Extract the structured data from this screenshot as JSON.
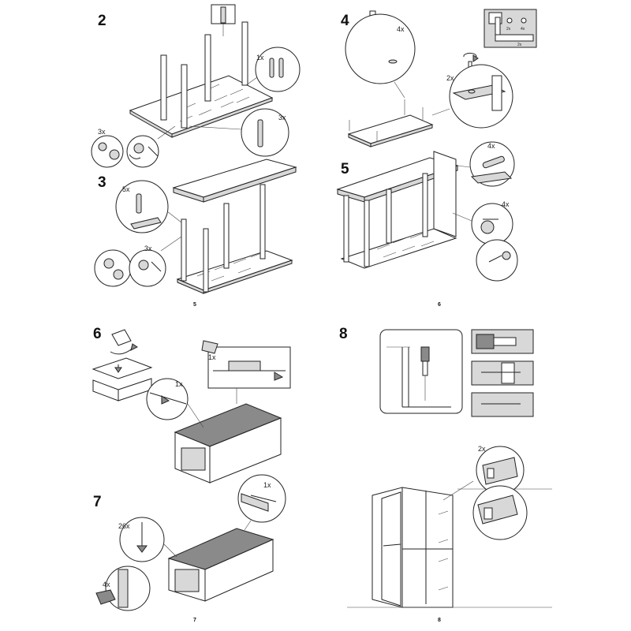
{
  "pages": [
    {
      "number": "5",
      "steps": [
        {
          "number": "2",
          "callouts": [
            "1x",
            "3x",
            "3x"
          ]
        },
        {
          "number": "3",
          "callouts": [
            "5x",
            "3x"
          ]
        }
      ]
    },
    {
      "number": "6",
      "steps": [
        {
          "number": "4",
          "callouts": [
            "4x",
            "2x"
          ],
          "inset_labels": [
            "2x",
            "4x",
            "2x"
          ]
        },
        {
          "number": "5",
          "callouts": [
            "4x",
            "4x"
          ]
        }
      ]
    },
    {
      "number": "7",
      "steps": [
        {
          "number": "6",
          "callouts": [
            "1x",
            "1x"
          ]
        },
        {
          "number": "7",
          "callouts": [
            "1x",
            "26x",
            "4x"
          ]
        }
      ]
    },
    {
      "number": "8",
      "steps": [
        {
          "number": "8",
          "callouts": [
            "2x"
          ]
        }
      ]
    }
  ],
  "colors": {
    "line": "#222222",
    "panel": "#8a8a8a",
    "fill_light": "#d8d8d8",
    "background": "#ffffff"
  },
  "icons": [
    "hammer-icon",
    "screwdriver-icon",
    "rotate-arrow-icon",
    "cam-lock-icon",
    "wall-plug-icon"
  ]
}
